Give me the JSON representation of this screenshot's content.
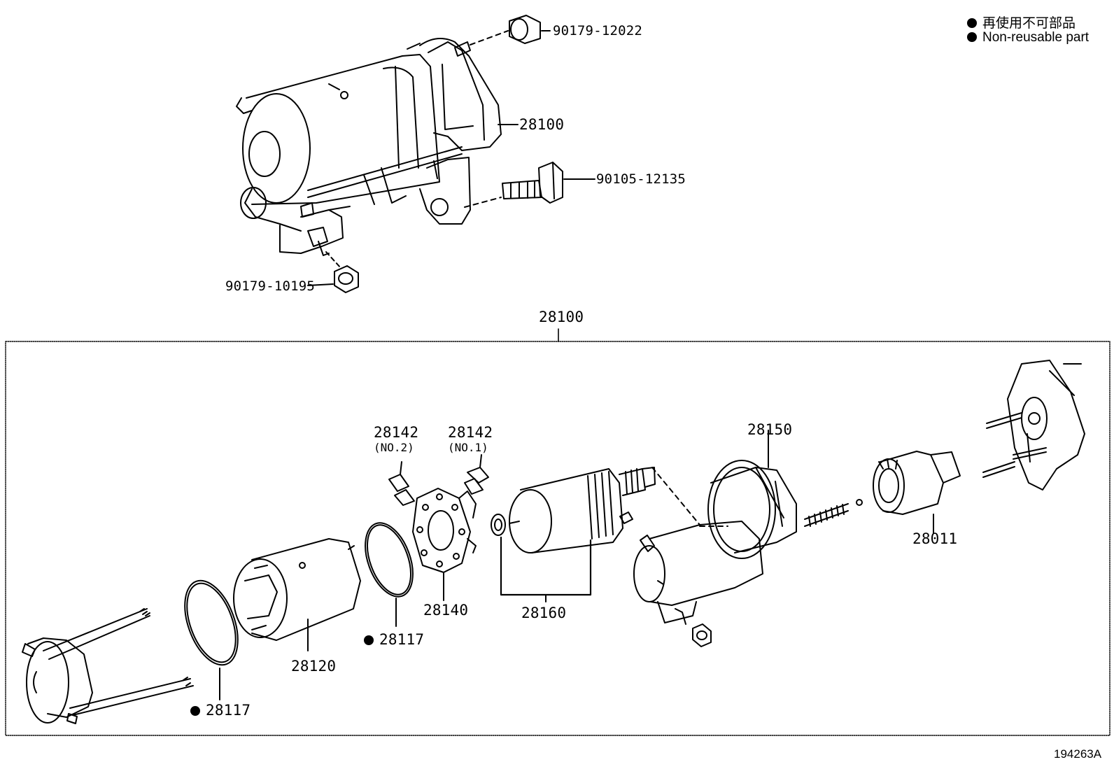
{
  "legend": {
    "jp_label": "再使用不可部品",
    "en_label": "Non-reusable part"
  },
  "top_assembly": {
    "labels": {
      "cap_nut": "90179-12022",
      "starter": "28100",
      "bolt": "90105-12135",
      "terminal_nut": "90179-10195"
    }
  },
  "exploded": {
    "group_label": "28100",
    "parts": {
      "brush_no2": "28142",
      "brush_no2_sub": "(NO.2)",
      "brush_no1": "28142",
      "brush_no1_sub": "(NO.1)",
      "housing": "28150",
      "clutch": "28011",
      "brush_holder": "28140",
      "armature": "28160",
      "yoke": "28120",
      "oring_inner": "28117",
      "oring_outer": "28117"
    }
  },
  "footer": {
    "figure_code": "194263A"
  }
}
